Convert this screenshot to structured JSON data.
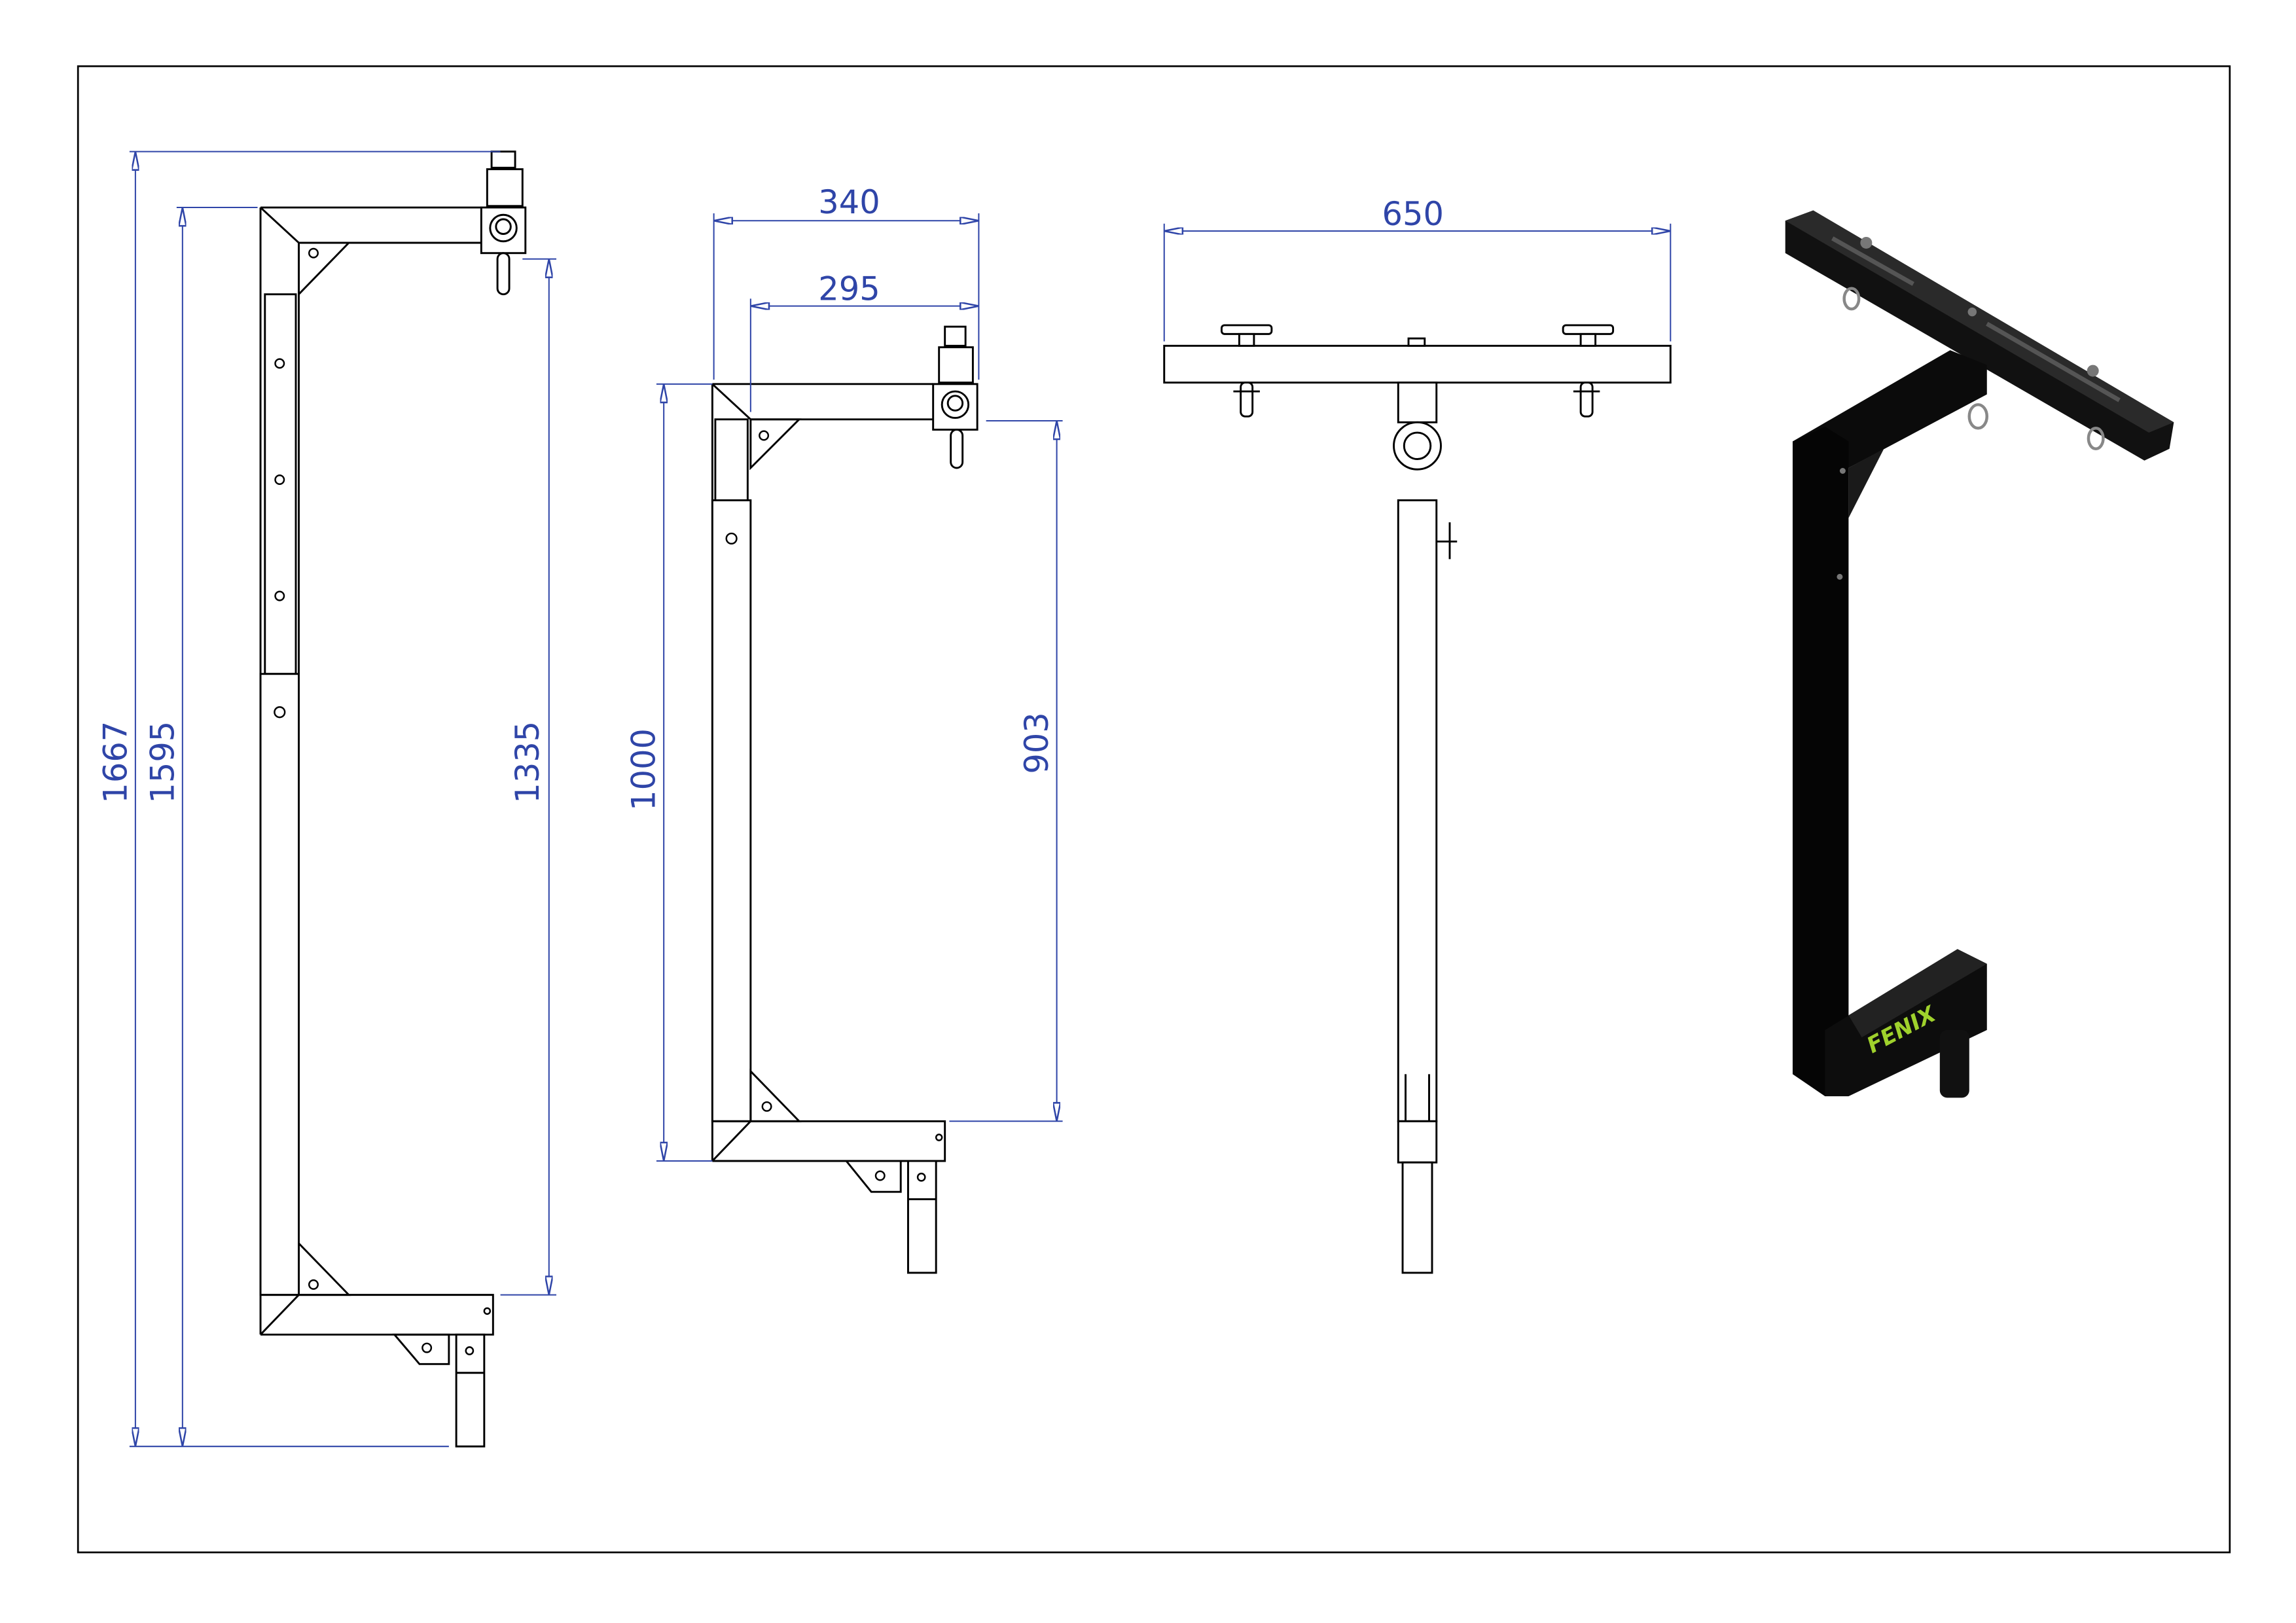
{
  "drawing": {
    "views": [
      "side-view",
      "side-view-short",
      "front-view",
      "isometric-render"
    ],
    "dimensions": {
      "overall_height": "1667",
      "frame_height": "1595",
      "pin_to_arm_height": "1335",
      "short_frame_height": "1000",
      "short_pin_to_arm_height": "903",
      "arm_reach": "340",
      "arm_reach_to_tube": "295",
      "top_bar_width": "650"
    },
    "logo_text": "FENIX",
    "colors": {
      "dimension": "#2f45a8",
      "outline": "#000000",
      "logo": "#9fd12c"
    }
  }
}
